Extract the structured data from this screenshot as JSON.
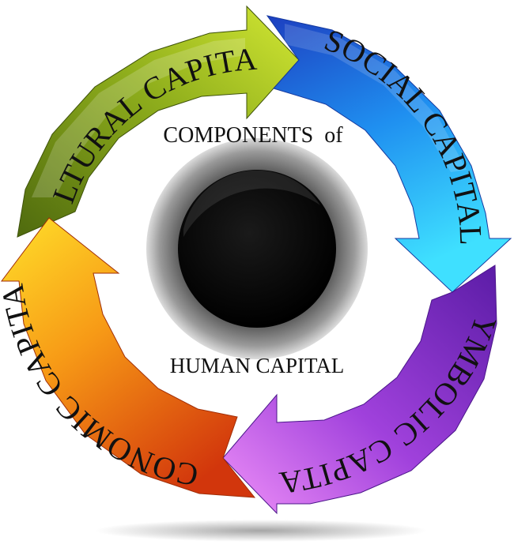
{
  "center": {
    "title_line": "COMPONENTS  of",
    "subtitle_line": "HUMAN CAPITAL"
  },
  "segments": [
    {
      "id": "cultural",
      "label": "CULTURAL CAPITALL",
      "colors": [
        "#5d7a12",
        "#c3da2a"
      ]
    },
    {
      "id": "social",
      "label": "SOCIAL CAPITAL",
      "colors": [
        "#1f48c8",
        "#2fd2ff"
      ]
    },
    {
      "id": "symbolic",
      "label": "SYMBOLIC CAPITAL",
      "colors": [
        "#6a23b0",
        "#e07ff4"
      ]
    },
    {
      "id": "economic",
      "label": "ECONOMIC CAPITAL",
      "colors": [
        "#ffd21a",
        "#d8400c"
      ]
    }
  ]
}
